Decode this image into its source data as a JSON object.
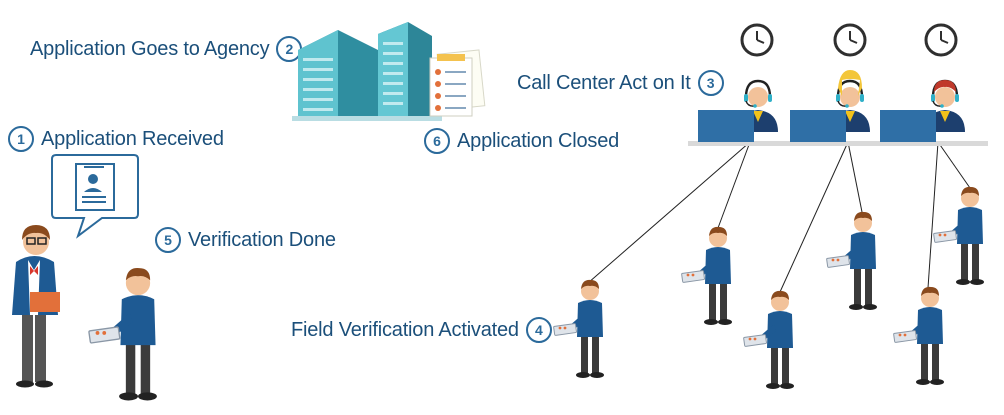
{
  "steps": [
    {
      "num": "1",
      "label": "Application Received"
    },
    {
      "num": "2",
      "label": "Application Goes to Agency"
    },
    {
      "num": "3",
      "label": "Call Center Act on It"
    },
    {
      "num": "4",
      "label": "Field Verification Activated"
    },
    {
      "num": "5",
      "label": "Verification Done"
    },
    {
      "num": "6",
      "label": "Application Closed"
    }
  ],
  "colors": {
    "text": "#1b4f7a",
    "badge": "#2b6a9b",
    "agent_shirt": "#1e5a93",
    "pants": "#3b3b3b",
    "hair": "#8a4a1d",
    "monitor": "#2f6fa6",
    "building": "#3fa9b8"
  },
  "icons": [
    "office-building-icon",
    "checklist-icon",
    "wall-clock-icon",
    "resume-icon"
  ]
}
